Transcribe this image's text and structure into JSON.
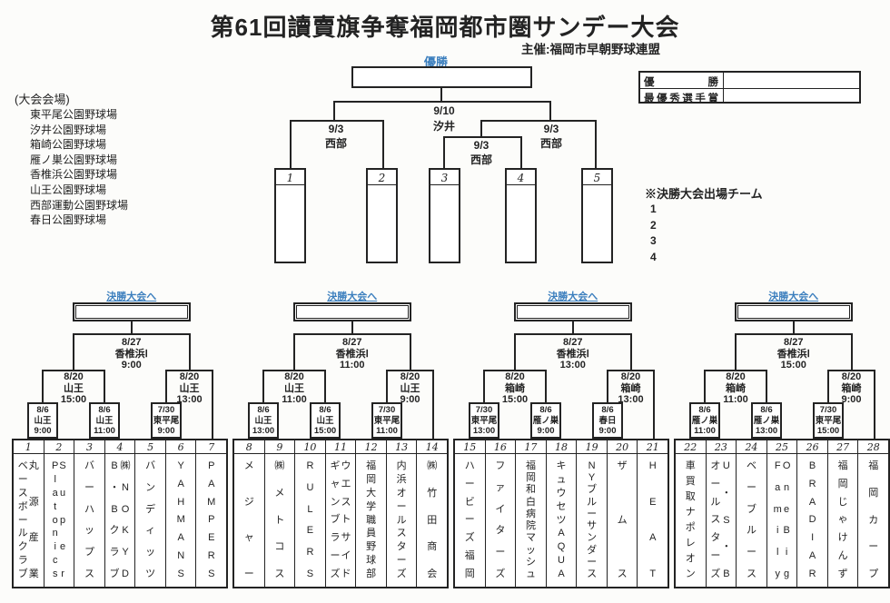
{
  "colors": {
    "accent": "#3c7fbe",
    "ink": "#232323",
    "paper": "#fcfcfa"
  },
  "page": {
    "title": "第61回讀賣旗争奪福岡都市圏サンデー大会",
    "organizer": "主催:福岡市早朝野球連盟"
  },
  "venues": {
    "heading": "(大会会場)",
    "items": [
      "東平尾公園野球場",
      "汐井公園野球場",
      "箱崎公園野球場",
      "雁ノ巣公園野球場",
      "香椎浜公園野球場",
      "山王公園野球場",
      "西部運動公園野球場",
      "春日公園野球場"
    ]
  },
  "finals": {
    "champion_label": "優勝",
    "final": {
      "date": "9/10",
      "venue": "汐井"
    },
    "semi_left": {
      "date": "9/3",
      "venue": "西部"
    },
    "semi_right": {
      "date": "9/3",
      "venue": "西部"
    },
    "quarter_mid": {
      "date": "9/3",
      "venue": "西部"
    },
    "slots": [
      "1",
      "2",
      "3",
      "4",
      "5"
    ]
  },
  "awards": {
    "rows": [
      {
        "label": "優　勝",
        "value": ""
      },
      {
        "label": "最優秀選手賞",
        "value": ""
      }
    ]
  },
  "qualifiers": {
    "heading": "※決勝大会出場チーム",
    "items": [
      "1",
      "2",
      "3",
      "4"
    ]
  },
  "blocks": [
    {
      "label": "決勝大会へ",
      "semifinal": {
        "date": "8/27",
        "venue": "香椎浜Ⅰ",
        "time": "9:00"
      },
      "quarter_left": {
        "date": "8/20",
        "venue": "山王",
        "time": "15:00"
      },
      "quarter_right": {
        "date": "8/20",
        "venue": "山王",
        "time": "13:00"
      },
      "round1": [
        {
          "date": "8/6",
          "venue": "山王",
          "time": "9:00"
        },
        {
          "date": "8/6",
          "venue": "山王",
          "time": "11:00"
        },
        {
          "date": "7/30",
          "venue": "東平尾",
          "time": "9:00"
        }
      ]
    },
    {
      "label": "決勝大会へ",
      "semifinal": {
        "date": "8/27",
        "venue": "香椎浜Ⅰ",
        "time": "11:00"
      },
      "quarter_left": {
        "date": "8/20",
        "venue": "山王",
        "time": "11:00"
      },
      "quarter_right": {
        "date": "8/20",
        "venue": "山王",
        "time": "9:00"
      },
      "round1": [
        {
          "date": "8/6",
          "venue": "山王",
          "time": "13:00"
        },
        {
          "date": "8/6",
          "venue": "山王",
          "time": "15:00"
        },
        {
          "date": "7/30",
          "venue": "東平尾",
          "time": "11:00"
        }
      ]
    },
    {
      "label": "決勝大会へ",
      "semifinal": {
        "date": "8/27",
        "venue": "香椎浜Ⅰ",
        "time": "13:00"
      },
      "quarter_left": {
        "date": "8/20",
        "venue": "箱崎",
        "time": "15:00"
      },
      "quarter_right": {
        "date": "8/20",
        "venue": "箱崎",
        "time": "13:00"
      },
      "round1": [
        {
          "date": "7/30",
          "venue": "東平尾",
          "time": "13:00"
        },
        {
          "date": "8/6",
          "venue": "雁ノ巣",
          "time": "9:00"
        },
        {
          "date": "8/6",
          "venue": "春日",
          "time": "9:00"
        }
      ]
    },
    {
      "label": "決勝大会へ",
      "semifinal": {
        "date": "8/27",
        "venue": "香椎浜Ⅰ",
        "time": "15:00"
      },
      "quarter_left": {
        "date": "8/20",
        "venue": "箱崎",
        "time": "11:00"
      },
      "quarter_right": {
        "date": "8/20",
        "venue": "箱崎",
        "time": "9:00"
      },
      "round1": [
        {
          "date": "8/6",
          "venue": "雁ノ巣",
          "time": "11:00"
        },
        {
          "date": "8/6",
          "venue": "雁ノ巣",
          "time": "13:00"
        },
        {
          "date": "7/30",
          "venue": "東平尾",
          "time": "15:00"
        }
      ]
    }
  ],
  "teams": [
    {
      "no": "1",
      "name": "丸源産業\nベースボールクラブ"
    },
    {
      "no": "2",
      "name": "Super\nPlatonics"
    },
    {
      "no": "3",
      "name": "バーハップス"
    },
    {
      "no": "4",
      "name": "㈱NOKYD\nB・Bクラブ"
    },
    {
      "no": "5",
      "name": "バンディッツ"
    },
    {
      "no": "6",
      "name": "YAHMANS"
    },
    {
      "no": "7",
      "name": "PAMPERS"
    },
    {
      "no": "8",
      "name": "メジャー"
    },
    {
      "no": "9",
      "name": "㈱メトコス"
    },
    {
      "no": "10",
      "name": "RULERS"
    },
    {
      "no": "11",
      "name": "ウエストサイド\nギャンブラーズ"
    },
    {
      "no": "12",
      "name": "福岡大学職員野球部"
    },
    {
      "no": "13",
      "name": "内浜オールスターズ"
    },
    {
      "no": "14",
      "name": "㈱竹田商会"
    },
    {
      "no": "15",
      "name": "ハービーズ福岡"
    },
    {
      "no": "16",
      "name": "ファイターズ"
    },
    {
      "no": "17",
      "name": "福岡和白病院マッシュ"
    },
    {
      "no": "18",
      "name": "キュウセツAQUA"
    },
    {
      "no": "19",
      "name": "NYブルーサンダース"
    },
    {
      "no": "20",
      "name": "ザムス"
    },
    {
      "no": "21",
      "name": "HEAT"
    },
    {
      "no": "22",
      "name": "車買取ナポレオン"
    },
    {
      "no": "23",
      "name": "U・S・B\nオールスターズ"
    },
    {
      "no": "24",
      "name": "ベーブルース"
    },
    {
      "no": "25",
      "name": "OneBig\nFamily"
    },
    {
      "no": "26",
      "name": "BRADIAR"
    },
    {
      "no": "27",
      "name": "福岡じゃけんず"
    },
    {
      "no": "28",
      "name": "福岡カープ"
    }
  ]
}
